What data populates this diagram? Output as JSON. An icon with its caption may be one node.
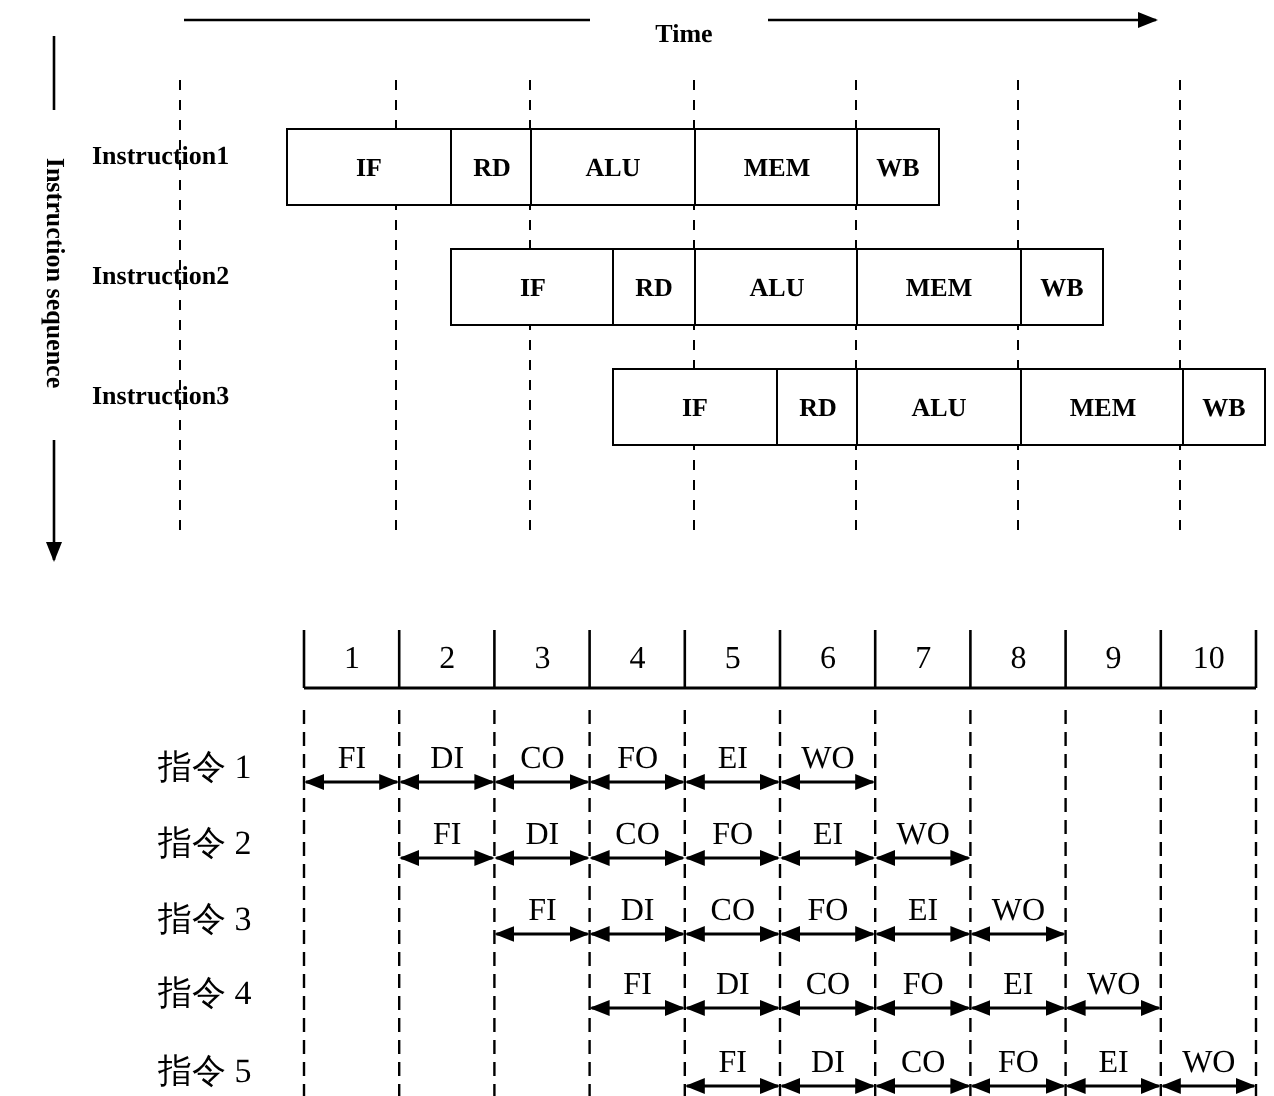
{
  "diagram": {
    "nodes": [
      {
        "text": [
          "IF"
        ]
      },
      {
        "text": [
          "RD"
        ]
      },
      {
        "text": [
          "ALU"
        ]
      },
      {
        "text": [
          "MEM"
        ]
      },
      {
        "text": [
          "WB"
        ]
      },
      {
        "text": [
          "IF"
        ]
      },
      {
        "text": [
          "RD"
        ]
      },
      {
        "text": [
          "ALU"
        ]
      },
      {
        "text": [
          "MEM"
        ]
      },
      {
        "text": [
          "WB"
        ]
      },
      {
        "text": [
          "IF"
        ]
      },
      {
        "text": [
          "RD"
        ]
      },
      {
        "text": [
          "ALU"
        ]
      },
      {
        "text": [
          "MEM"
        ]
      },
      {
        "text": [
          "WB"
        ]
      }
    ],
    "labels": [
      "Time",
      "Instruction sequence",
      "Instruction1",
      "Instruction2",
      "Instruction3",
      "1",
      "2",
      "3",
      "4",
      "5",
      "6",
      "7",
      "8",
      "9",
      "10",
      "指令 1",
      "FI",
      "DI",
      "CO",
      "FO",
      "EI",
      "WO",
      "指令 2",
      "FI",
      "DI",
      "CO",
      "FO",
      "EI",
      "WO",
      "指令 3",
      "FI",
      "DI",
      "CO",
      "FO",
      "EI",
      "WO",
      "指令 4",
      "FI",
      "DI",
      "CO",
      "FO",
      "EI",
      "WO",
      "指令 5",
      "FI",
      "DI",
      "CO",
      "FO",
      "EI",
      "WO"
    ]
  }
}
